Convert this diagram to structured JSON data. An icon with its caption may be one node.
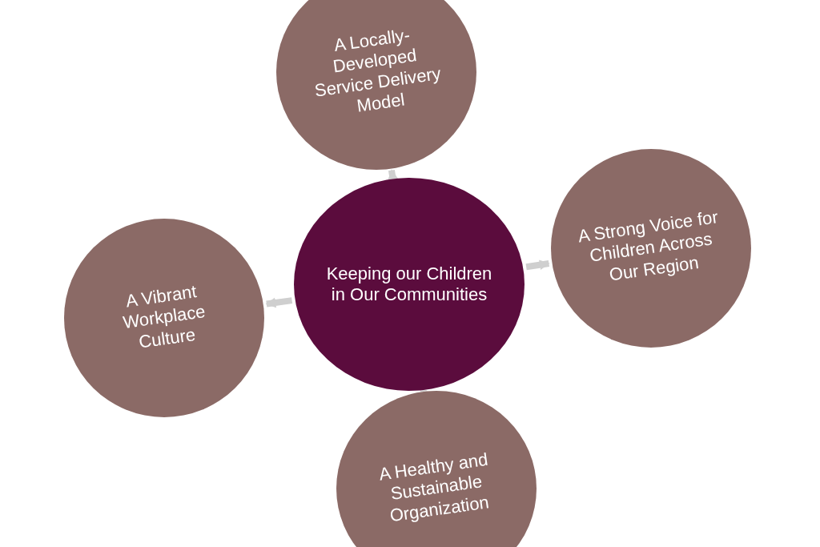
{
  "diagram": {
    "nodes": [
      {
        "text": [
          "A Locally-Developed Service Delivery Model"
        ]
      },
      {
        "text": [
          "A Strong Voice for Children Across Our Region"
        ]
      },
      {
        "text": [
          "A Vibrant Workplace Culture"
        ]
      },
      {
        "text": [
          "Keeping our Children in Our Communities"
        ]
      },
      {
        "text": [
          "A Healthy and Sustainable Organization"
        ]
      }
    ],
    "edges": [
      {
        "from": 3,
        "to": 0,
        "arrow": "to"
      },
      {
        "from": 3,
        "to": 1,
        "arrow": "to"
      },
      {
        "from": 3,
        "to": 2,
        "arrow": "to"
      },
      {
        "from": 3,
        "to": 4,
        "arrow": "to"
      }
    ]
  }
}
